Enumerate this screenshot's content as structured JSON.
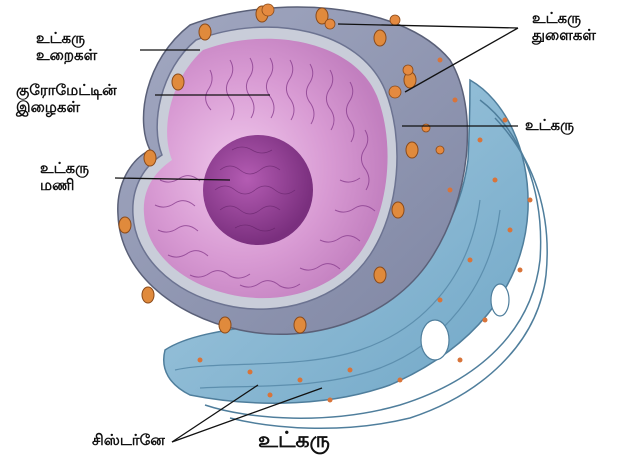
{
  "labels": {
    "nuclear_envelope": [
      "உட்கரு",
      "உறைகள்"
    ],
    "nuclear_pores": [
      "உட்கரு",
      "துளைகள்"
    ],
    "chromatin": [
      "குரோமேட்டின்",
      "இழைகள்"
    ],
    "nucleus_right": "உட்கரு",
    "nucleolus": [
      "உட்கரு",
      "மணி"
    ],
    "cisternae": "சிஸ்டர்னே"
  },
  "title": "உட்கரு",
  "colors": {
    "nucleoplasm": "#d59ad0",
    "nucleolus": "#9a3f9a",
    "envelope": "#8e98a8",
    "pore": "#e08a3c",
    "er": "#8fbcd6",
    "ribosome": "#d8743a"
  }
}
